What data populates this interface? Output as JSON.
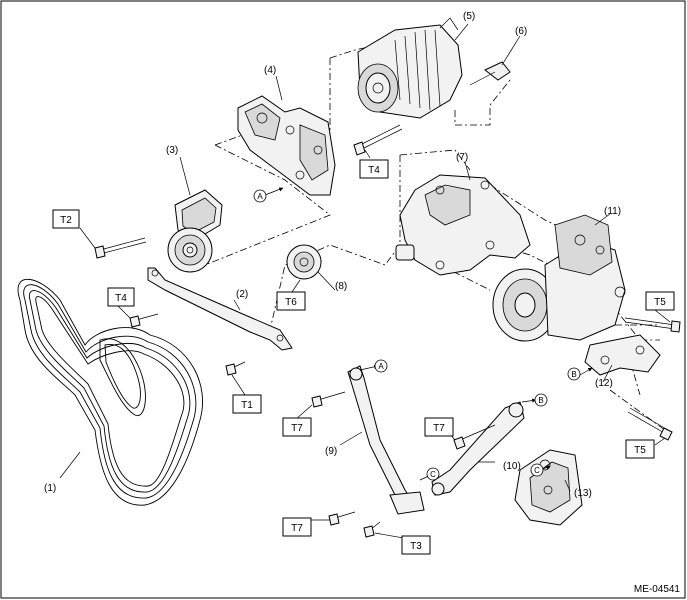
{
  "diagram_code": "ME-04541",
  "parts": [
    {
      "key": "p1",
      "label": "(1)"
    },
    {
      "key": "p2",
      "label": "(2)"
    },
    {
      "key": "p3",
      "label": "(3)"
    },
    {
      "key": "p4",
      "label": "(4)"
    },
    {
      "key": "p5",
      "label": "(5)"
    },
    {
      "key": "p6",
      "label": "(6)"
    },
    {
      "key": "p7",
      "label": "(7)"
    },
    {
      "key": "p8",
      "label": "(8)"
    },
    {
      "key": "p9",
      "label": "(9)"
    },
    {
      "key": "p10",
      "label": "(10)"
    },
    {
      "key": "p11",
      "label": "(11)"
    },
    {
      "key": "p12",
      "label": "(12)"
    },
    {
      "key": "p13",
      "label": "(13)"
    }
  ],
  "torque_labels": {
    "t1": "T1",
    "t2": "T2",
    "t3": "T3",
    "t4": "T4",
    "t5": "T5",
    "t6": "T6",
    "t7": "T7"
  },
  "connectors": {
    "a": "A",
    "b": "B",
    "c": "C"
  }
}
